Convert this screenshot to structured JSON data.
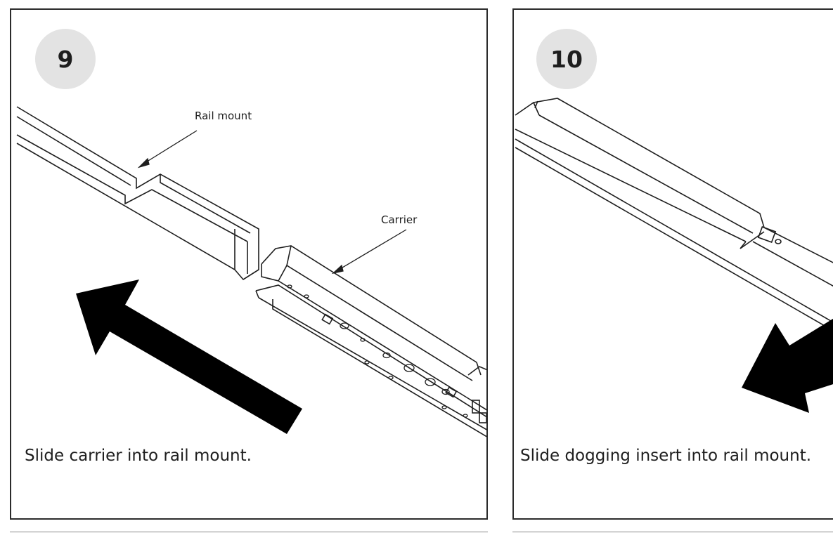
{
  "panels": [
    {
      "step": "9",
      "callouts": {
        "rail_mount": "Rail mount",
        "carrier": "Carrier"
      },
      "caption": "Slide carrier into rail mount."
    },
    {
      "step": "10",
      "caption": "Slide dogging insert into rail mount."
    }
  ],
  "colors": {
    "border": "#2b2b2b",
    "badge": "#e3e3e3",
    "line": "#1e1e1e",
    "arrow": "#000000"
  }
}
